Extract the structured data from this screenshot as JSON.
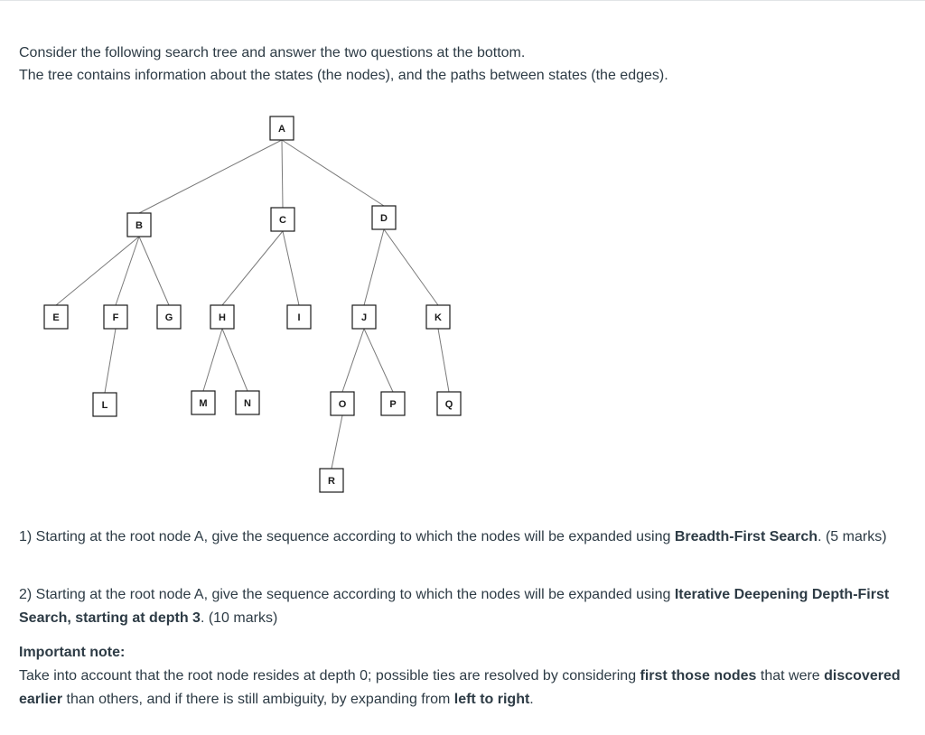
{
  "intro": {
    "line1": "Consider the following search tree and answer the two questions at the bottom.",
    "line2": "The tree contains information about the states (the nodes), and the paths between states (the edges)."
  },
  "tree": {
    "nodes": [
      "A",
      "B",
      "C",
      "D",
      "E",
      "F",
      "G",
      "H",
      "I",
      "J",
      "K",
      "L",
      "M",
      "N",
      "O",
      "P",
      "Q",
      "R"
    ],
    "edges": [
      [
        "A",
        "B"
      ],
      [
        "A",
        "C"
      ],
      [
        "A",
        "D"
      ],
      [
        "B",
        "E"
      ],
      [
        "B",
        "F"
      ],
      [
        "B",
        "G"
      ],
      [
        "C",
        "H"
      ],
      [
        "C",
        "I"
      ],
      [
        "D",
        "J"
      ],
      [
        "D",
        "K"
      ],
      [
        "F",
        "L"
      ],
      [
        "H",
        "M"
      ],
      [
        "H",
        "N"
      ],
      [
        "J",
        "O"
      ],
      [
        "J",
        "P"
      ],
      [
        "K",
        "Q"
      ],
      [
        "O",
        "R"
      ]
    ]
  },
  "question1": {
    "text": "1) Starting at the root node A, give the sequence according to which the nodes will be expanded using ",
    "bold": "Breadth-First Search",
    "tail": ". (5 marks)"
  },
  "question2": {
    "text": "2) Starting at the root node A, give the sequence according to which the nodes will be expanded using ",
    "bold": "Iterative Deepening Depth-First Search, starting at depth 3",
    "tail": ". (10 marks)"
  },
  "note": {
    "title": "Important note:",
    "part1": "Take into account that the root node resides at depth 0; possible ties are resolved by considering ",
    "bold1": "first those nodes",
    "part2": " that were ",
    "bold2": "discovered earlier",
    "part3": " than others, and if there is still ambiguity, by expanding from ",
    "bold3": "left to right",
    "part4": "."
  }
}
